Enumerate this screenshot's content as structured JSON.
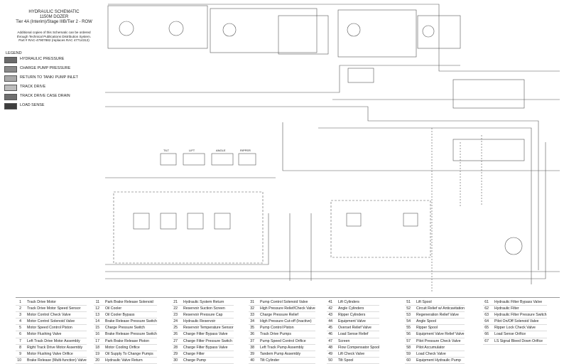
{
  "header": {
    "title_lines": [
      "HYDRAULIC SCHEMATIC",
      "1150M DOZER",
      "Tier 4A (Interim)/Stage IIIB/Tier 2 - ROW"
    ],
    "note_lines": [
      "Additional copies of this Schematic can be ordered",
      "through Technical Publications Distribution System.",
      "Part # RAC-47907882 (replaces RAC 47714312)"
    ]
  },
  "legend": {
    "heading": "LEGEND",
    "items": [
      {
        "label": "HYDRAULIC PRESSURE",
        "color": "#6b6b6b"
      },
      {
        "label": "CHARGE PUMP PRESSURE",
        "color": "#8a8a8a"
      },
      {
        "label": "RETURN TO TANK/ PUMP INLET",
        "color": "#a9a9a9"
      },
      {
        "label": "TRACK DRIVE",
        "color": "#bdbdbd"
      },
      {
        "label": "TRACK DRIVE CASE DRAIN",
        "color": "#6f6f6f"
      },
      {
        "label": "LOAD SENSE",
        "color": "#3d3d3d"
      }
    ]
  },
  "cylinder_labels": {
    "tilt": "TILT",
    "lift": "LIFT",
    "angle": "ANGLE",
    "ripper": "RIPPER"
  },
  "parts": [
    [
      {
        "n": "1",
        "name": "Track Drive Motor"
      },
      {
        "n": "2",
        "name": "Track Drive Motor Speed Sensor"
      },
      {
        "n": "3",
        "name": "Motor Control Check Valve"
      },
      {
        "n": "4",
        "name": "Motor Control Solenoid Valve"
      },
      {
        "n": "5",
        "name": "Motor Speed Control Piston"
      },
      {
        "n": "6",
        "name": "Motor Flushing Valve"
      },
      {
        "n": "7",
        "name": "Left Track Drive Motor Assembly"
      },
      {
        "n": "8",
        "name": "Right Track Drive Motor Assembly"
      },
      {
        "n": "9",
        "name": "Motor Flushing Valve Orifice"
      },
      {
        "n": "10",
        "name": "Brake Release (Multi-function) Valve"
      }
    ],
    [
      {
        "n": "11",
        "name": "Park Brake Release Solenoid"
      },
      {
        "n": "12",
        "name": "Oil Cooler"
      },
      {
        "n": "13",
        "name": "Oil Cooler Bypass"
      },
      {
        "n": "14",
        "name": "Brake Release Pressure Switch"
      },
      {
        "n": "15",
        "name": "Charge Pressure Switch"
      },
      {
        "n": "16",
        "name": "Brake Release Pressure Switch"
      },
      {
        "n": "17",
        "name": "Park Brake Release Piston"
      },
      {
        "n": "18",
        "name": "Motor Cooling Orifice"
      },
      {
        "n": "19",
        "name": "Oil Supply To Change Pumps"
      },
      {
        "n": "20",
        "name": "Hydraulic Valve Return"
      }
    ],
    [
      {
        "n": "21",
        "name": "Hydraulic System Return"
      },
      {
        "n": "22",
        "name": "Reservoir Suction Screen"
      },
      {
        "n": "23",
        "name": "Reservoir Pressure Cap"
      },
      {
        "n": "24",
        "name": "Hydraulic Reservoir"
      },
      {
        "n": "25",
        "name": "Reservoir Temperature Sensor"
      },
      {
        "n": "26",
        "name": "Charge Filter Bypass Valve"
      },
      {
        "n": "27",
        "name": "Charge Filter Pressure Switch"
      },
      {
        "n": "28",
        "name": "Charge Filter Bypass Valve"
      },
      {
        "n": "29",
        "name": "Charge Filter"
      },
      {
        "n": "30",
        "name": "Charge Pump"
      }
    ],
    [
      {
        "n": "31",
        "name": "Pump Control Solenoid Valve"
      },
      {
        "n": "32",
        "name": "High Pressure Relief/Check Valve"
      },
      {
        "n": "33",
        "name": "Charge Pressure Relief"
      },
      {
        "n": "34",
        "name": "High Pressure Cut-off (Inactive)"
      },
      {
        "n": "35",
        "name": "Pump Control Piston"
      },
      {
        "n": "36",
        "name": "Track Drive Pumps"
      },
      {
        "n": "37",
        "name": "Pump Speed Control Orifice"
      },
      {
        "n": "38",
        "name": "Left Track Pump Assembly"
      },
      {
        "n": "39",
        "name": "Tandem Pump Assembly"
      },
      {
        "n": "40",
        "name": "Tilt Cylinder"
      }
    ],
    [
      {
        "n": "41",
        "name": "Lift Cylinders"
      },
      {
        "n": "42",
        "name": "Angle Cylinders"
      },
      {
        "n": "43",
        "name": "Ripper Cylinders"
      },
      {
        "n": "44",
        "name": "Equipment Valve"
      },
      {
        "n": "45",
        "name": "Overset Relief Valve"
      },
      {
        "n": "46",
        "name": "Load Sense Relief"
      },
      {
        "n": "47",
        "name": "Screen"
      },
      {
        "n": "48",
        "name": "Flow Compensator Spool"
      },
      {
        "n": "49",
        "name": "Lift Check Valve"
      },
      {
        "n": "50",
        "name": "Tilt Spool"
      }
    ],
    [
      {
        "n": "51",
        "name": "Lift Spool"
      },
      {
        "n": "52",
        "name": "Circuit Relief w/ Anticavitation"
      },
      {
        "n": "53",
        "name": "Regeneration Relief Valve"
      },
      {
        "n": "54",
        "name": "Angle Spool"
      },
      {
        "n": "55",
        "name": "Ripper Spool"
      },
      {
        "n": "56",
        "name": "Equipment Valve Relief Valve"
      },
      {
        "n": "57",
        "name": "Pilot Pressure Check Valve"
      },
      {
        "n": "58",
        "name": "Pilot Accumulator"
      },
      {
        "n": "59",
        "name": "Load Check Valve"
      },
      {
        "n": "60",
        "name": "Equipment Hydraulic Pump"
      }
    ],
    [
      {
        "n": "61",
        "name": "Hydraulic Filter Bypass Valve"
      },
      {
        "n": "62",
        "name": "Hydraulic Filter"
      },
      {
        "n": "63",
        "name": "Hydraulic Filter Pressure Switch"
      },
      {
        "n": "64",
        "name": "Pilot On/Off Solenoid Valve"
      },
      {
        "n": "65",
        "name": "Ripper Lock Check Valve"
      },
      {
        "n": "66",
        "name": "Load Sense Orifice"
      },
      {
        "n": "67",
        "name": "LS Signal Bleed Down Orifice"
      }
    ]
  ]
}
